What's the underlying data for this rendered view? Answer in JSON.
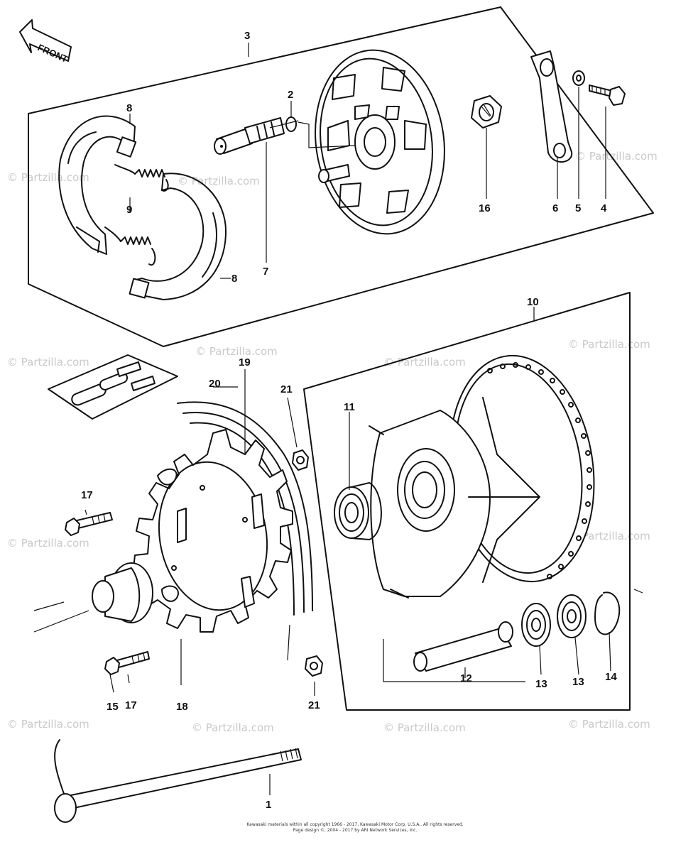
{
  "front_label": "FRONT",
  "watermark": "© Partzilla.com",
  "callouts": {
    "c1": "1",
    "c2": "2",
    "c3": "3",
    "c4": "4",
    "c5": "5",
    "c6": "6",
    "c7": "7",
    "c8a": "8",
    "c8b": "8",
    "c9": "9",
    "c10": "10",
    "c11": "11",
    "c12": "12",
    "c13a": "13",
    "c13b": "13",
    "c14": "14",
    "c15": "15",
    "c16": "16",
    "c17a": "17",
    "c17b": "17",
    "c18": "18",
    "c19": "19",
    "c20": "20",
    "c21a": "21",
    "c21b": "21"
  },
  "footer": {
    "line1": "Kawasaki materials within all copyright 1966 - 2017, Kawasaki Motor Corp. U.S.A.. All rights reserved.",
    "line2": "Page design ©, 2004 - 2017 by ARI Network Services, Inc."
  }
}
